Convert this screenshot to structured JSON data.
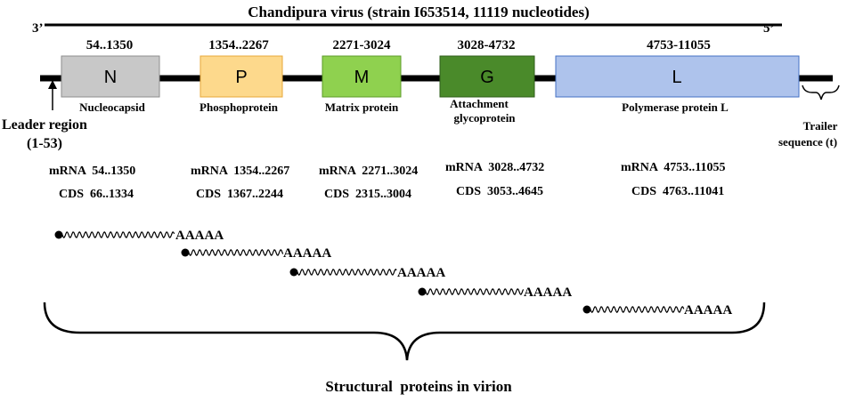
{
  "title": "Chandipura virus (strain I653514, 11119 nucleotides)",
  "end_left": "3’",
  "end_right": "5’",
  "genes": [
    {
      "letter": "N",
      "range": "54..1350",
      "protein": "Nucleocapsid",
      "mrna": "mRNA  54..1350",
      "cds": "CDS  66..1334",
      "fill": "#c8c8c8",
      "stroke": "#8e8e8e"
    },
    {
      "letter": "P",
      "range": "1354..2267",
      "protein": "Phosphoprotein",
      "mrna": "mRNA  1354..2267",
      "cds": "CDS  1367..2244",
      "fill": "#fdd98c",
      "stroke": "#e8a838"
    },
    {
      "letter": "M",
      "range": "2271-3024",
      "protein": "Matrix protein",
      "mrna": "mRNA  2271..3024",
      "cds": "CDS  2315..3004",
      "fill": "#8fd14f",
      "stroke": "#5c9b2a"
    },
    {
      "letter": "G",
      "range": "3028-4732",
      "protein_line1": "Attachment",
      "protein_line2": "glycoprotein",
      "mrna": "mRNA  3028..4732",
      "cds": "CDS  3053..4645",
      "fill": "#4a8a2a",
      "stroke": "#2f5e1a"
    },
    {
      "letter": "L",
      "range": "4753-11055",
      "protein": "Polymerase protein L",
      "mrna": "mRNA  4753..11055",
      "cds": "CDS  4763..11041",
      "fill": "#aec3ec",
      "stroke": "#4472c4"
    }
  ],
  "leader": {
    "line1": "Leader  region",
    "line2": "(1-53)"
  },
  "trailer": {
    "line1": "Trailer",
    "line2": "sequence (t)"
  },
  "polya": "AAAAA",
  "footer": "Structural  proteins in virion"
}
